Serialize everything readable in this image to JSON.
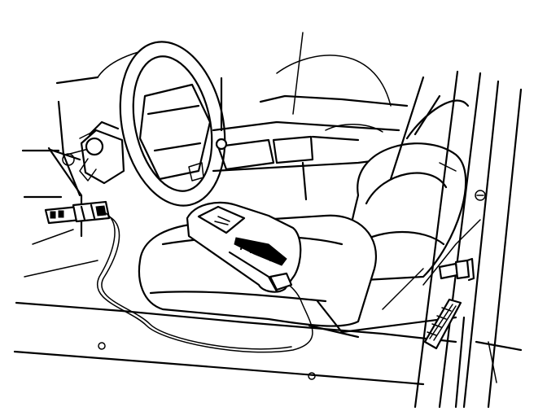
{
  "figure": {
    "background_color": "#ffffff",
    "line_color": "#000000",
    "components": [
      "steering-wheel",
      "driver-seat",
      "center-console",
      "dlc-connector",
      "scan-tool",
      "scan-tool-cable",
      "door-frame",
      "door-striker",
      "door-vent"
    ]
  }
}
